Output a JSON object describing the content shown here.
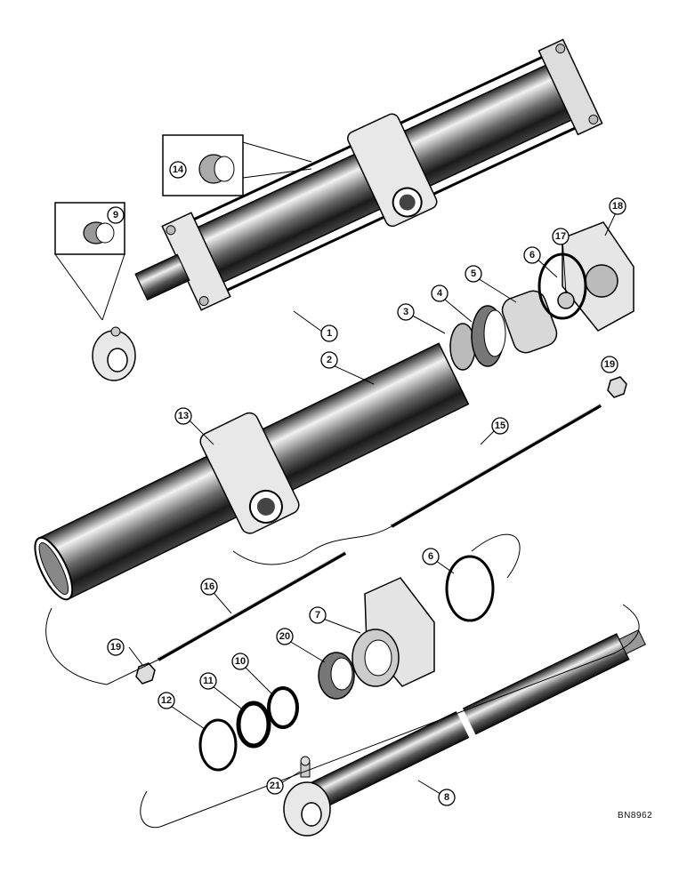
{
  "drawing_code": "BN8962",
  "callouts": [
    {
      "id": "c1",
      "label": "1"
    },
    {
      "id": "c2",
      "label": "2"
    },
    {
      "id": "c3",
      "label": "3"
    },
    {
      "id": "c4",
      "label": "4"
    },
    {
      "id": "c5",
      "label": "5"
    },
    {
      "id": "c6a",
      "label": "6"
    },
    {
      "id": "c6b",
      "label": "6"
    },
    {
      "id": "c7",
      "label": "7"
    },
    {
      "id": "c8",
      "label": "8"
    },
    {
      "id": "c9",
      "label": "9"
    },
    {
      "id": "c10",
      "label": "10"
    },
    {
      "id": "c11",
      "label": "11"
    },
    {
      "id": "c12",
      "label": "12"
    },
    {
      "id": "c13",
      "label": "13"
    },
    {
      "id": "c14",
      "label": "14"
    },
    {
      "id": "c15",
      "label": "15"
    },
    {
      "id": "c16",
      "label": "16"
    },
    {
      "id": "c17",
      "label": "17"
    },
    {
      "id": "c18",
      "label": "18"
    },
    {
      "id": "c19a",
      "label": "19"
    },
    {
      "id": "c19b",
      "label": "19"
    },
    {
      "id": "c20",
      "label": "20"
    },
    {
      "id": "c21",
      "label": "21"
    }
  ]
}
